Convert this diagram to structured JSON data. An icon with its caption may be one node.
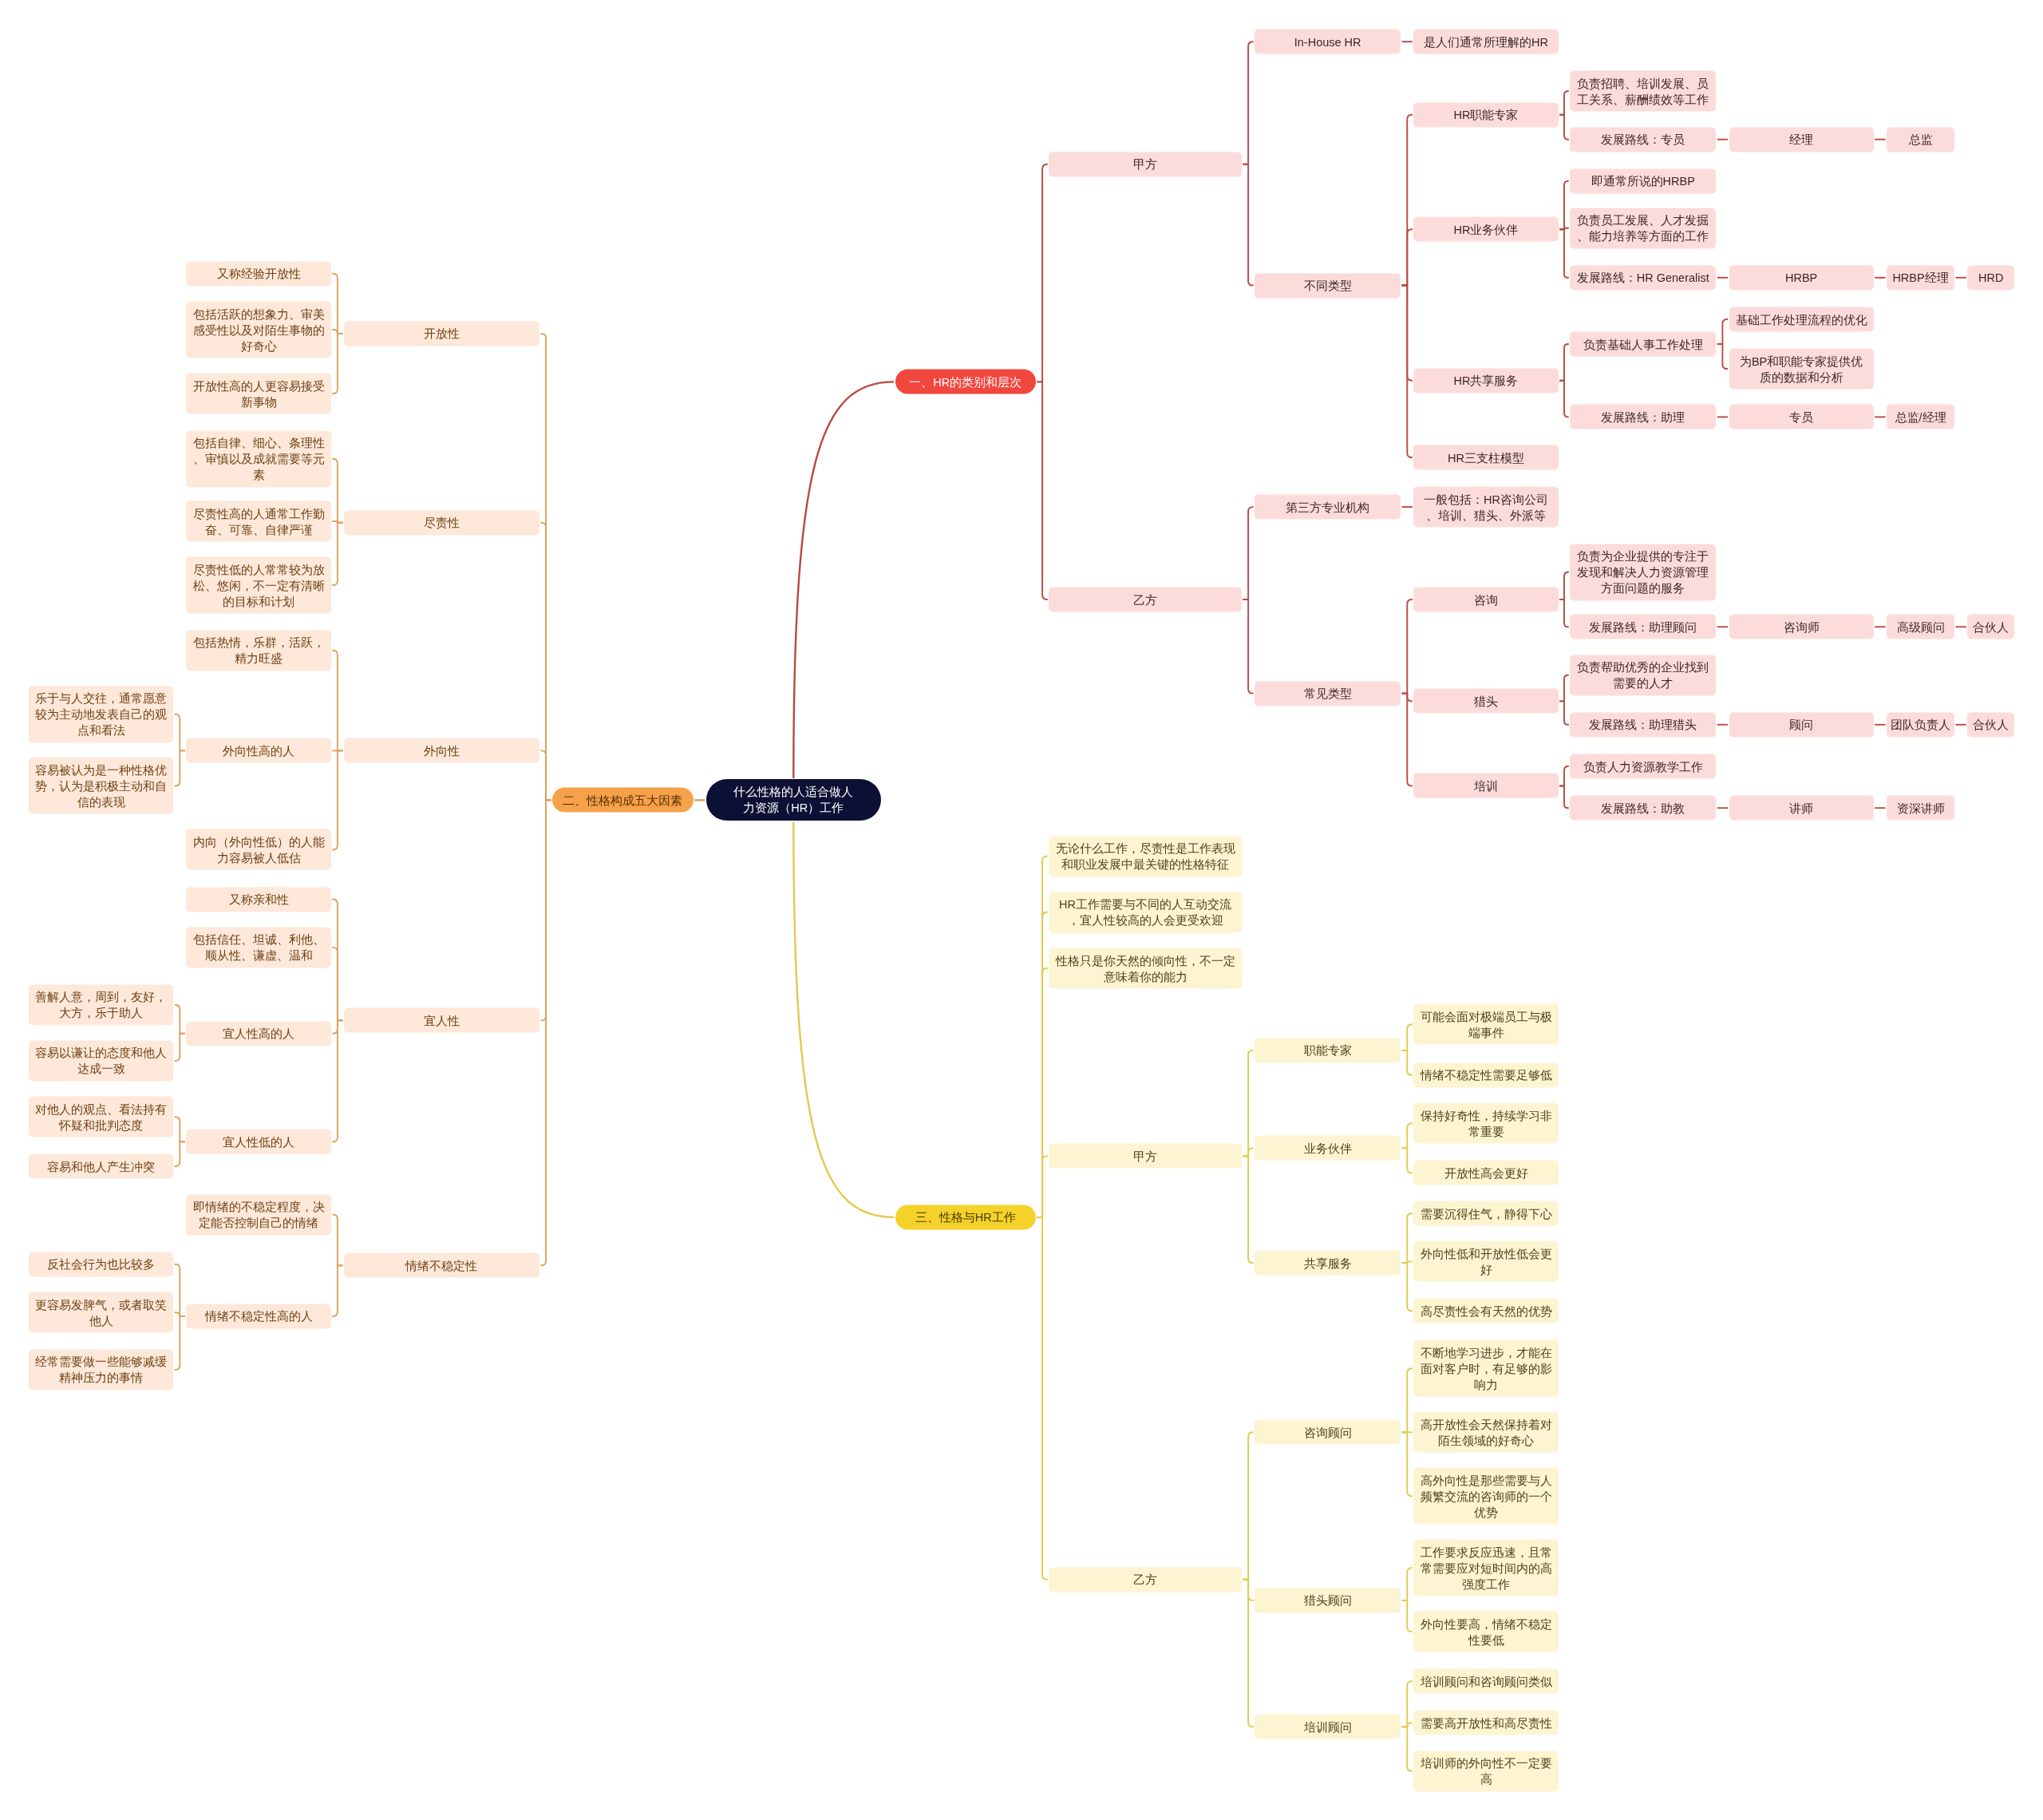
{
  "diagram": {
    "nodes": [
      {
        "text": [
          "什么性格的人适合做人力资源（HR）工作"
        ]
      },
      {
        "text": [
          "一、HR的类别和层次"
        ]
      },
      {
        "text": [
          "甲方"
        ]
      },
      {
        "text": [
          "In-House HR"
        ]
      },
      {
        "text": [
          "是人们通常所理解的HR"
        ]
      },
      {
        "text": [
          "不同类型"
        ]
      },
      {
        "text": [
          "HR职能专家"
        ]
      },
      {
        "text": [
          "负责招聘、培训发展、员工关系、薪酬绩效等工作"
        ]
      },
      {
        "text": [
          "发展路线：专员"
        ]
      },
      {
        "text": [
          "经理"
        ]
      },
      {
        "text": [
          "总监"
        ]
      },
      {
        "text": [
          "HR业务伙伴"
        ]
      },
      {
        "text": [
          "即通常所说的HRBP"
        ]
      },
      {
        "text": [
          "负责员工发展、人才发掘、能力培养等方面的工作"
        ]
      },
      {
        "text": [
          "发展路线：HR Generalist"
        ]
      },
      {
        "text": [
          "HRBP"
        ]
      },
      {
        "text": [
          "HRBP经理"
        ]
      },
      {
        "text": [
          "HRD"
        ]
      },
      {
        "text": [
          "HR共享服务"
        ]
      },
      {
        "text": [
          "负责基础人事工作处理"
        ]
      },
      {
        "text": [
          "基础工作处理流程的优化"
        ]
      },
      {
        "text": [
          "为BP和职能专家提供优质的数据和分析"
        ]
      },
      {
        "text": [
          "发展路线：助理"
        ]
      },
      {
        "text": [
          "专员"
        ]
      },
      {
        "text": [
          "总监/经理"
        ]
      },
      {
        "text": [
          "HR三支柱模型"
        ]
      },
      {
        "text": [
          "乙方"
        ]
      },
      {
        "text": [
          "第三方专业机构"
        ]
      },
      {
        "text": [
          "一般包括：HR咨询公司、培训、猎头、外派等"
        ]
      },
      {
        "text": [
          "常见类型"
        ]
      },
      {
        "text": [
          "咨询"
        ]
      },
      {
        "text": [
          "负责为企业提供的专注于发现和解决人力资源管理方面问题的服务"
        ]
      },
      {
        "text": [
          "发展路线：助理顾问"
        ]
      },
      {
        "text": [
          "咨询师"
        ]
      },
      {
        "text": [
          "高级顾问"
        ]
      },
      {
        "text": [
          "合伙人"
        ]
      },
      {
        "text": [
          "猎头"
        ]
      },
      {
        "text": [
          "负责帮助优秀的企业找到需要的人才"
        ]
      },
      {
        "text": [
          "发展路线：助理猎头"
        ]
      },
      {
        "text": [
          "顾问"
        ]
      },
      {
        "text": [
          "团队负责人"
        ]
      },
      {
        "text": [
          "合伙人"
        ]
      },
      {
        "text": [
          "培训"
        ]
      },
      {
        "text": [
          "负责人力资源教学工作"
        ]
      },
      {
        "text": [
          "发展路线：助教"
        ]
      },
      {
        "text": [
          "讲师"
        ]
      },
      {
        "text": [
          "资深讲师"
        ]
      },
      {
        "text": [
          "二、性格构成五大因素"
        ]
      },
      {
        "text": [
          "开放性"
        ]
      },
      {
        "text": [
          "又称经验开放性"
        ]
      },
      {
        "text": [
          "包括活跃的想象力、审美感受性以及对陌生事物的好奇心"
        ]
      },
      {
        "text": [
          "开放性高的人更容易接受新事物"
        ]
      },
      {
        "text": [
          "尽责性"
        ]
      },
      {
        "text": [
          "包括自律、细心、条理性、审慎以及成就需要等元素"
        ]
      },
      {
        "text": [
          "尽责性高的人通常工作勤奋、可靠、自律严谨"
        ]
      },
      {
        "text": [
          "尽责性低的人常常较为放松、悠闲，不一定有清晰的目标和计划"
        ]
      },
      {
        "text": [
          "外向性"
        ]
      },
      {
        "text": [
          "包括热情，乐群，活跃，精力旺盛"
        ]
      },
      {
        "text": [
          "外向性高的人"
        ]
      },
      {
        "text": [
          "乐于与人交往，通常愿意较为主动地发表自己的观点和看法"
        ]
      },
      {
        "text": [
          "容易被认为是一种性格优势，认为是积极主动和自信的表现"
        ]
      },
      {
        "text": [
          "内向（外向性低）的人能力容易被人低估"
        ]
      },
      {
        "text": [
          "宜人性"
        ]
      },
      {
        "text": [
          "又称亲和性"
        ]
      },
      {
        "text": [
          "包括信任、坦诚、利他、顺从性、谦虚、温和"
        ]
      },
      {
        "text": [
          "宜人性高的人"
        ]
      },
      {
        "text": [
          "善解人意，周到，友好，大方，乐于助人"
        ]
      },
      {
        "text": [
          "容易以谦让的态度和他人达成一致"
        ]
      },
      {
        "text": [
          "宜人性低的人"
        ]
      },
      {
        "text": [
          "对他人的观点、看法持有怀疑和批判态度"
        ]
      },
      {
        "text": [
          "容易和他人产生冲突"
        ]
      },
      {
        "text": [
          "情绪不稳定性"
        ]
      },
      {
        "text": [
          "即情绪的不稳定程度，决定能否控制自己的情绪"
        ]
      },
      {
        "text": [
          "情绪不稳定性高的人"
        ]
      },
      {
        "text": [
          "反社会行为也比较多"
        ]
      },
      {
        "text": [
          "更容易发脾气，或者取笑他人"
        ]
      },
      {
        "text": [
          "经常需要做一些能够减缓精神压力的事情"
        ]
      },
      {
        "text": [
          "三、性格与HR工作"
        ]
      },
      {
        "text": [
          "无论什么工作，尽责性是工作表现和职业发展中最关键的性格特征"
        ]
      },
      {
        "text": [
          "HR工作需要与不同的人互动交流，宜人性较高的人会更受欢迎"
        ]
      },
      {
        "text": [
          "性格只是你天然的倾向性，不一定意味着你的能力"
        ]
      },
      {
        "text": [
          "甲方"
        ]
      },
      {
        "text": [
          "职能专家"
        ]
      },
      {
        "text": [
          "可能会面对极端员工与极端事件"
        ]
      },
      {
        "text": [
          "情绪不稳定性需要足够低"
        ]
      },
      {
        "text": [
          "业务伙伴"
        ]
      },
      {
        "text": [
          "保持好奇性，持续学习非常重要"
        ]
      },
      {
        "text": [
          "开放性高会更好"
        ]
      },
      {
        "text": [
          "共享服务"
        ]
      },
      {
        "text": [
          "需要沉得住气，静得下心"
        ]
      },
      {
        "text": [
          "外向性低和开放性低会更好"
        ]
      },
      {
        "text": [
          "高尽责性会有天然的优势"
        ]
      },
      {
        "text": [
          "乙方"
        ]
      },
      {
        "text": [
          "咨询顾问"
        ]
      },
      {
        "text": [
          "不断地学习进步，才能在面对客户时，有足够的影响力"
        ]
      },
      {
        "text": [
          "高开放性会天然保持着对陌生领域的好奇心"
        ]
      },
      {
        "text": [
          "高外向性是那些需要与人频繁交流的咨询师的一个优势"
        ]
      },
      {
        "text": [
          "猎头顾问"
        ]
      },
      {
        "text": [
          "工作要求反应迅速，且常常需要应对短时间内的高强度工作"
        ]
      },
      {
        "text": [
          "外向性要高，情绪不稳定性要低"
        ]
      },
      {
        "text": [
          "培训顾问"
        ]
      },
      {
        "text": [
          "培训顾问和咨询顾问类似"
        ]
      },
      {
        "text": [
          "需要高开放性和高尽责性"
        ]
      },
      {
        "text": [
          "培训师的外向性不一定要高"
        ]
      }
    ],
    "edges": [
      {
        "from": 0,
        "to": 1,
        "arrow": "none"
      },
      {
        "from": 1,
        "to": 2,
        "arrow": "none"
      },
      {
        "from": 1,
        "to": 26,
        "arrow": "none"
      },
      {
        "from": 2,
        "to": 3,
        "arrow": "none"
      },
      {
        "from": 2,
        "to": 5,
        "arrow": "none"
      },
      {
        "from": 3,
        "to": 4,
        "arrow": "none"
      },
      {
        "from": 5,
        "to": 6,
        "arrow": "none"
      },
      {
        "from": 5,
        "to": 11,
        "arrow": "none"
      },
      {
        "from": 5,
        "to": 18,
        "arrow": "none"
      },
      {
        "from": 5,
        "to": 25,
        "arrow": "none"
      },
      {
        "from": 6,
        "to": 7,
        "arrow": "none"
      },
      {
        "from": 6,
        "to": 8,
        "arrow": "none"
      },
      {
        "from": 8,
        "to": 9,
        "arrow": "none"
      },
      {
        "from": 9,
        "to": 10,
        "arrow": "none"
      },
      {
        "from": 11,
        "to": 12,
        "arrow": "none"
      },
      {
        "from": 11,
        "to": 13,
        "arrow": "none"
      },
      {
        "from": 11,
        "to": 14,
        "arrow": "none"
      },
      {
        "from": 14,
        "to": 15,
        "arrow": "none"
      },
      {
        "from": 15,
        "to": 16,
        "arrow": "none"
      },
      {
        "from": 16,
        "to": 17,
        "arrow": "none"
      },
      {
        "from": 18,
        "to": 19,
        "arrow": "none"
      },
      {
        "from": 18,
        "to": 22,
        "arrow": "none"
      },
      {
        "from": 19,
        "to": 20,
        "arrow": "none"
      },
      {
        "from": 19,
        "to": 21,
        "arrow": "none"
      },
      {
        "from": 22,
        "to": 23,
        "arrow": "none"
      },
      {
        "from": 23,
        "to": 24,
        "arrow": "none"
      },
      {
        "from": 26,
        "to": 27,
        "arrow": "none"
      },
      {
        "from": 26,
        "to": 29,
        "arrow": "none"
      },
      {
        "from": 27,
        "to": 28,
        "arrow": "none"
      },
      {
        "from": 29,
        "to": 30,
        "arrow": "none"
      },
      {
        "from": 29,
        "to": 36,
        "arrow": "none"
      },
      {
        "from": 29,
        "to": 42,
        "arrow": "none"
      },
      {
        "from": 30,
        "to": 31,
        "arrow": "none"
      },
      {
        "from": 30,
        "to": 32,
        "arrow": "none"
      },
      {
        "from": 32,
        "to": 33,
        "arrow": "none"
      },
      {
        "from": 33,
        "to": 34,
        "arrow": "none"
      },
      {
        "from": 34,
        "to": 35,
        "arrow": "none"
      },
      {
        "from": 36,
        "to": 37,
        "arrow": "none"
      },
      {
        "from": 36,
        "to": 38,
        "arrow": "none"
      },
      {
        "from": 38,
        "to": 39,
        "arrow": "none"
      },
      {
        "from": 39,
        "to": 40,
        "arrow": "none"
      },
      {
        "from": 40,
        "to": 41,
        "arrow": "none"
      },
      {
        "from": 42,
        "to": 43,
        "arrow": "none"
      },
      {
        "from": 42,
        "to": 44,
        "arrow": "none"
      },
      {
        "from": 44,
        "to": 45,
        "arrow": "none"
      },
      {
        "from": 45,
        "to": 46,
        "arrow": "none"
      },
      {
        "from": 0,
        "to": 47,
        "arrow": "none",
        "color": "#dba25e"
      },
      {
        "from": 47,
        "to": 48,
        "arrow": "none",
        "color": "#dba25e"
      },
      {
        "from": 47,
        "to": 52,
        "arrow": "none",
        "color": "#dba25e"
      },
      {
        "from": 47,
        "to": 56,
        "arrow": "none",
        "color": "#dba25e"
      },
      {
        "from": 47,
        "to": 62,
        "arrow": "none",
        "color": "#dba25e"
      },
      {
        "from": 47,
        "to": 71,
        "arrow": "none",
        "color": "#dba25e"
      },
      {
        "from": 48,
        "to": 49,
        "arrow": "none",
        "color": "#dba25e"
      },
      {
        "from": 48,
        "to": 50,
        "arrow": "none",
        "color": "#dba25e"
      },
      {
        "from": 48,
        "to": 51,
        "arrow": "none",
        "color": "#dba25e"
      },
      {
        "from": 52,
        "to": 53,
        "arrow": "none",
        "color": "#dba25e"
      },
      {
        "from": 52,
        "to": 54,
        "arrow": "none",
        "color": "#dba25e"
      },
      {
        "from": 52,
        "to": 55,
        "arrow": "none",
        "color": "#dba25e"
      },
      {
        "from": 56,
        "to": 57,
        "arrow": "none",
        "color": "#dba25e"
      },
      {
        "from": 56,
        "to": 58,
        "arrow": "none",
        "color": "#dba25e"
      },
      {
        "from": 56,
        "to": 61,
        "arrow": "none",
        "color": "#dba25e"
      },
      {
        "from": 58,
        "to": 59,
        "arrow": "none",
        "color": "#dba25e"
      },
      {
        "from": 58,
        "to": 60,
        "arrow": "none",
        "color": "#dba25e"
      },
      {
        "from": 62,
        "to": 63,
        "arrow": "none",
        "color": "#dba25e"
      },
      {
        "from": 62,
        "to": 64,
        "arrow": "none",
        "color": "#dba25e"
      },
      {
        "from": 62,
        "to": 65,
        "arrow": "none",
        "color": "#dba25e"
      },
      {
        "from": 62,
        "to": 68,
        "arrow": "none",
        "color": "#dba25e"
      },
      {
        "from": 65,
        "to": 66,
        "arrow": "none",
        "color": "#dba25e"
      },
      {
        "from": 65,
        "to": 67,
        "arrow": "none",
        "color": "#dba25e"
      },
      {
        "from": 68,
        "to": 69,
        "arrow": "none",
        "color": "#dba25e"
      },
      {
        "from": 68,
        "to": 70,
        "arrow": "none",
        "color": "#dba25e"
      },
      {
        "from": 71,
        "to": 72,
        "arrow": "none",
        "color": "#dba25e"
      },
      {
        "from": 71,
        "to": 73,
        "arrow": "none",
        "color": "#dba25e"
      },
      {
        "from": 73,
        "to": 74,
        "arrow": "none",
        "color": "#dba25e"
      },
      {
        "from": 73,
        "to": 75,
        "arrow": "none",
        "color": "#dba25e"
      },
      {
        "from": 73,
        "to": 76,
        "arrow": "none",
        "color": "#dba25e"
      },
      {
        "from": 0,
        "to": 77,
        "arrow": "none",
        "color": "#e3c84b"
      },
      {
        "from": 77,
        "to": 78,
        "arrow": "none",
        "color": "#e3c84b"
      },
      {
        "from": 77,
        "to": 79,
        "arrow": "none",
        "color": "#e3c84b"
      },
      {
        "from": 77,
        "to": 80,
        "arrow": "none",
        "color": "#e3c84b"
      },
      {
        "from": 77,
        "to": 81,
        "arrow": "none",
        "color": "#e3c84b"
      },
      {
        "from": 77,
        "to": 92,
        "arrow": "none",
        "color": "#e3c84b"
      },
      {
        "from": 81,
        "to": 82,
        "arrow": "none",
        "color": "#e3c84b"
      },
      {
        "from": 81,
        "to": 85,
        "arrow": "none",
        "color": "#e3c84b"
      },
      {
        "from": 81,
        "to": 88,
        "arrow": "none",
        "color": "#e3c84b"
      },
      {
        "from": 82,
        "to": 83,
        "arrow": "none",
        "color": "#e3c84b"
      },
      {
        "from": 82,
        "to": 84,
        "arrow": "none",
        "color": "#e3c84b"
      },
      {
        "from": 85,
        "to": 86,
        "arrow": "none",
        "color": "#e3c84b"
      },
      {
        "from": 85,
        "to": 87,
        "arrow": "none",
        "color": "#e3c84b"
      },
      {
        "from": 88,
        "to": 89,
        "arrow": "none",
        "color": "#e3c84b"
      },
      {
        "from": 88,
        "to": 90,
        "arrow": "none",
        "color": "#e3c84b"
      },
      {
        "from": 88,
        "to": 91,
        "arrow": "none",
        "color": "#e3c84b"
      },
      {
        "from": 92,
        "to": 93,
        "arrow": "none",
        "color": "#e3c84b"
      },
      {
        "from": 92,
        "to": 97,
        "arrow": "none",
        "color": "#e3c84b"
      },
      {
        "from": 92,
        "to": 100,
        "arrow": "none",
        "color": "#e3c84b"
      },
      {
        "from": 93,
        "to": 94,
        "arrow": "none",
        "color": "#e3c84b"
      },
      {
        "from": 93,
        "to": 95,
        "arrow": "none",
        "color": "#e3c84b"
      },
      {
        "from": 93,
        "to": 96,
        "arrow": "none",
        "color": "#e3c84b"
      },
      {
        "from": 97,
        "to": 98,
        "arrow": "none",
        "color": "#e3c84b"
      },
      {
        "from": 97,
        "to": 99,
        "arrow": "none",
        "color": "#e3c84b"
      },
      {
        "from": 100,
        "to": 101,
        "arrow": "none",
        "color": "#e3c84b"
      },
      {
        "from": 100,
        "to": 102,
        "arrow": "none",
        "color": "#e3c84b"
      },
      {
        "from": 100,
        "to": 103,
        "arrow": "none",
        "color": "#e3c84b"
      }
    ]
  }
}
